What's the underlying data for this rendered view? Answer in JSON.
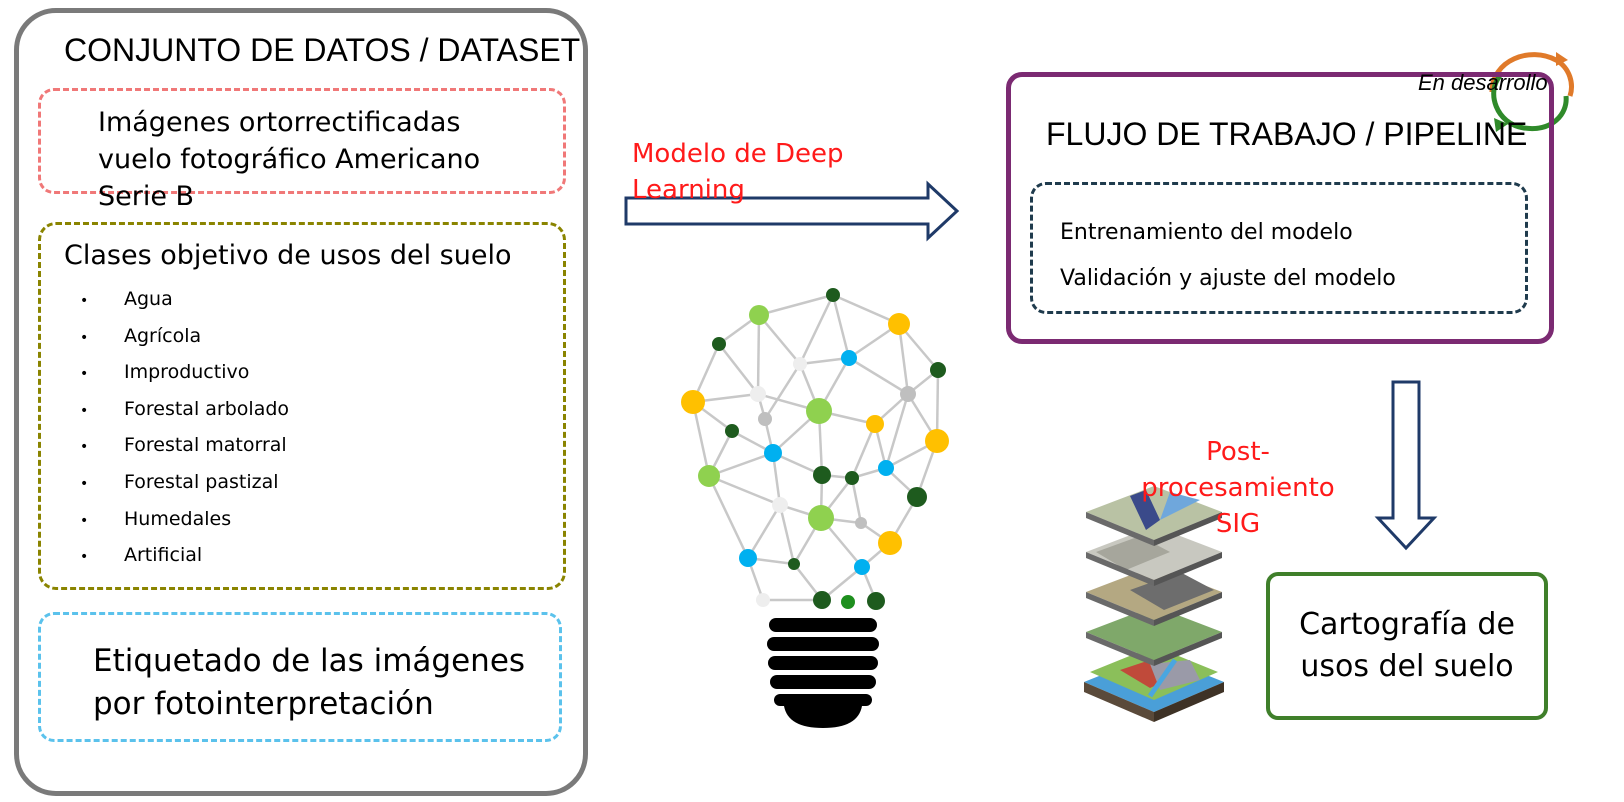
{
  "dataset": {
    "title": "CONJUNTO DE DATOS / DATASET",
    "images": {
      "line1": "Imágenes ortorrectificadas",
      "line2": "vuelo fotográfico Americano",
      "line3": "Serie B"
    },
    "classes": {
      "title": "Clases objetivo de usos del suelo",
      "bullet": "•",
      "items": [
        "Agua",
        "Agrícola",
        "Improductivo",
        "Forestal arbolado",
        "Forestal matorral",
        "Forestal pastizal",
        "Humedales",
        "Artificial"
      ]
    },
    "labeling": {
      "line1": "Etiquetado de las imágenes",
      "line2": "por fotointerpretación"
    }
  },
  "model": {
    "line1": "Modelo de Deep",
    "line2": "Learning"
  },
  "pipeline": {
    "title": "FLUJO DE TRABAJO / PIPELINE",
    "status": "En desarrollo",
    "steps": [
      "Entrenamiento del modelo",
      "Validación y ajuste del modelo"
    ]
  },
  "postprocessing": {
    "line1": "Post-",
    "line2": "procesamiento",
    "line3": "SIG"
  },
  "output": {
    "line1": "Cartografía de",
    "line2": "usos del suelo"
  },
  "colors": {
    "dataset_border": "#7a7a7a",
    "images_border": "#f07878",
    "classes_border": "#8a8400",
    "labeling_border": "#5bc2ec",
    "pipeline_border": "#7b2a72",
    "steps_border": "#1f3b4d",
    "output_border": "#3f7f2a",
    "arrow": "#1f3a68",
    "highlight_text": "#ff1a1a"
  },
  "icons": [
    "lightbulb-network-icon",
    "gis-layers-icon",
    "cycle-arrows-icon",
    "right-arrow-icon",
    "down-arrow-icon"
  ]
}
